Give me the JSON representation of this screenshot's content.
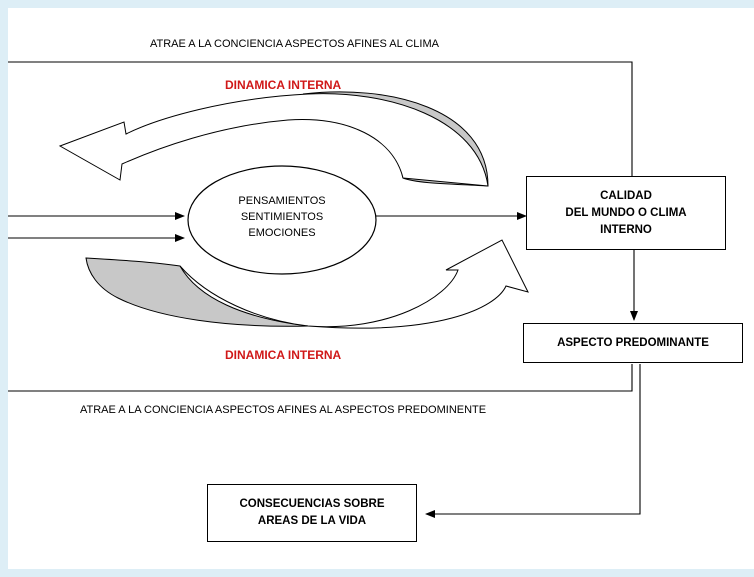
{
  "top_caption": "ATRAE A LA CONCIENCIA ASPECTOS AFINES AL CLIMA",
  "bottom_caption": "ATRAE A LA CONCIENCIA ASPECTOS AFINES AL ASPECTOS PREDOMINENTE",
  "dinamica_top": "DINAMICA INTERNA",
  "dinamica_bottom": "DINAMICA INTERNA",
  "center": {
    "lines": [
      "PENSAMIENTOS",
      "SENTIMIENTOS",
      "EMOCIONES"
    ]
  },
  "calidad_box": {
    "lines": [
      "CALIDAD",
      "DEL  MUNDO O CLIMA",
      "INTERNO"
    ]
  },
  "aspecto_box": "ASPECTO PREDOMINANTE",
  "consecuencias_box": {
    "lines": [
      "CONSECUENCIAS SOBRE",
      "AREAS DE LA VIDA"
    ]
  },
  "colors": {
    "background": "#ddeef6",
    "accent_red": "#d01818",
    "arrow_gray": "#c8c8c8"
  }
}
